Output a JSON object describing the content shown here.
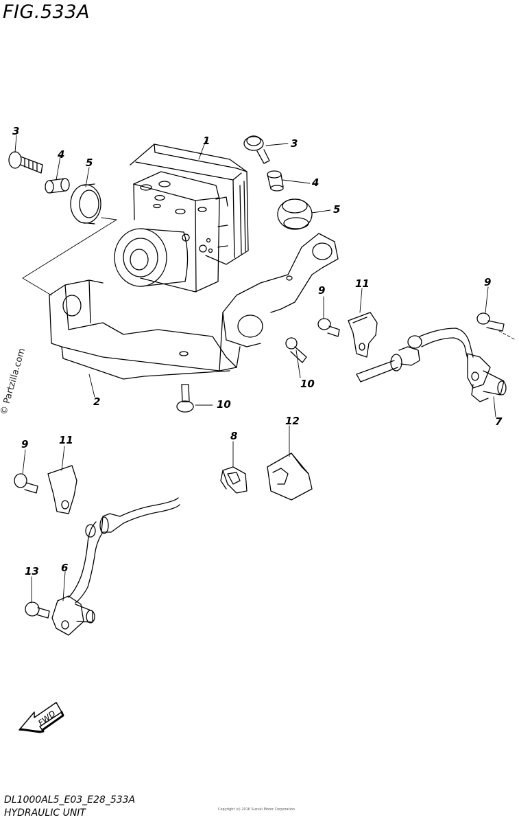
{
  "figure": {
    "title": "FIG.533A",
    "code": "DL1000AL5_E03_E28_533A",
    "name": "HYDRAULIC UNIT",
    "watermark": "© Partzilla.com",
    "fine_print": "Copyright (c) 2016 Suzuki Motor Corporation"
  },
  "callouts": {
    "c1": "1",
    "c2": "2",
    "c3a": "3",
    "c3b": "3",
    "c4a": "4",
    "c4b": "4",
    "c5a": "5",
    "c5b": "5",
    "c6": "6",
    "c7": "7",
    "c8": "8",
    "c9a": "9",
    "c9b": "9",
    "c9c": "9",
    "c10a": "10",
    "c10b": "10",
    "c11a": "11",
    "c11b": "11",
    "c12": "12",
    "c13": "13"
  },
  "fwd_arrow": {
    "label": "FWD"
  }
}
